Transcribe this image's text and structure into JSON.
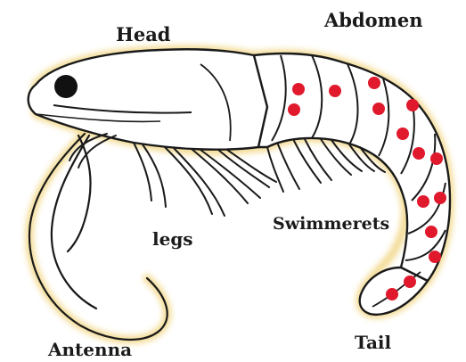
{
  "labels": {
    "head": "Head",
    "abdomen": "Abdomen",
    "legs": "legs",
    "swimmerets": "Swimmerets",
    "tail": "Tail",
    "antenna": "Antenna"
  },
  "colors": {
    "outline": "#1a1a1a",
    "body_fill": "#ffffff",
    "glow": "#f3d98c",
    "eye": "#111111",
    "dots": "#e0192d"
  }
}
